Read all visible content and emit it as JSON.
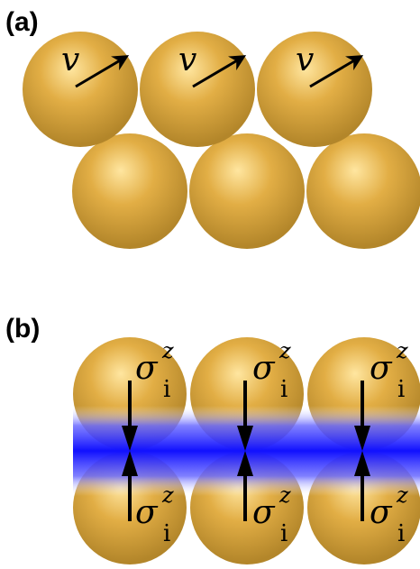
{
  "panel_a": {
    "label": "(a)",
    "velocity_symbol": "v"
  },
  "panel_b": {
    "label": "(b)",
    "spin_symbol": "σ",
    "spin_superscript": "z",
    "spin_subscript": "i"
  },
  "colors": {
    "sphere_highlight": "#ffe6a0",
    "sphere_mid": "#e2ae45",
    "sphere_edge": "#b3862a",
    "band_blue": "#1010ff"
  }
}
